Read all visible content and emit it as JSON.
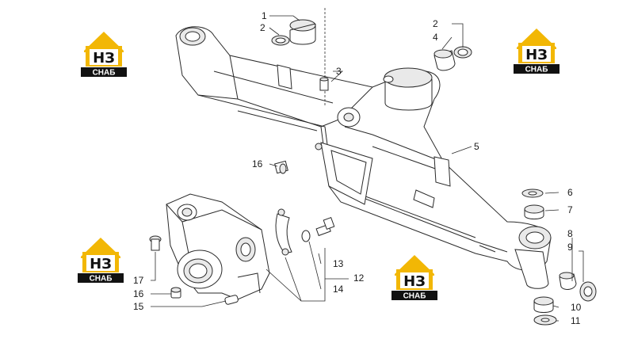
{
  "logo": {
    "letters": "НЗ",
    "caption": "СНАБ",
    "colors": {
      "yellow": "#f2b705",
      "black": "#111111"
    }
  },
  "callouts": {
    "n1": "1",
    "n2a": "2",
    "n2b": "2",
    "n3": "3",
    "n4": "4",
    "n5": "5",
    "n6": "6",
    "n7": "7",
    "n8": "8",
    "n9": "9",
    "n10": "10",
    "n11": "11",
    "n12": "12",
    "n13": "13",
    "n14": "14",
    "n15": "15",
    "n16a": "16",
    "n16b": "16",
    "n17": "17"
  }
}
